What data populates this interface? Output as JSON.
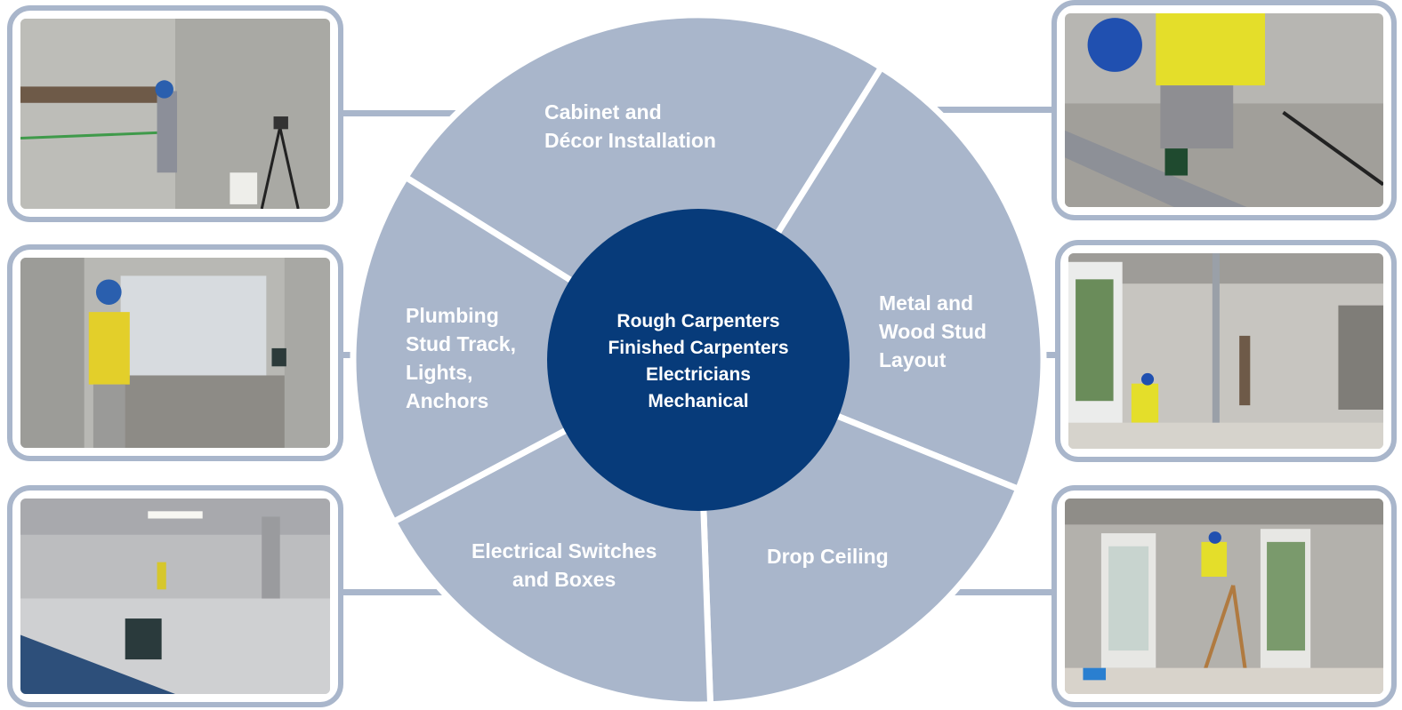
{
  "colors": {
    "segment_fill": "#a9b6cb",
    "hub_fill": "#073b7a",
    "label_text": "#ffffff",
    "frame": "#a9b6cb"
  },
  "hub": {
    "lines": [
      "Rough Carpenters",
      "Finished Carpenters",
      "Electricians",
      "Mechanical"
    ]
  },
  "segments": [
    {
      "id": "cabinet",
      "lines": [
        "Cabinet and",
        "Décor Installation"
      ]
    },
    {
      "id": "metal-wood",
      "lines": [
        "Metal and",
        "Wood Stud",
        "Layout"
      ]
    },
    {
      "id": "drop-ceiling",
      "lines": [
        "Drop Ceiling"
      ]
    },
    {
      "id": "electrical",
      "lines": [
        "Electrical Switches",
        "and Boxes"
      ]
    },
    {
      "id": "plumbing",
      "lines": [
        "Plumbing",
        "Stud Track,",
        "Lights,",
        "Anchors"
      ]
    }
  ],
  "photos": [
    {
      "id": "photo-top-left",
      "subject": "worker marking laser line on concrete wall"
    },
    {
      "id": "photo-mid-left",
      "subject": "worker in hi-vis vest marking wall"
    },
    {
      "id": "photo-bottom-left",
      "subject": "laser level in empty parking structure"
    },
    {
      "id": "photo-top-right",
      "subject": "kneeling worker aligning metal track"
    },
    {
      "id": "photo-mid-right",
      "subject": "worker laying out stud track in room"
    },
    {
      "id": "photo-bottom-right",
      "subject": "worker on ladder installing ceiling"
    }
  ]
}
